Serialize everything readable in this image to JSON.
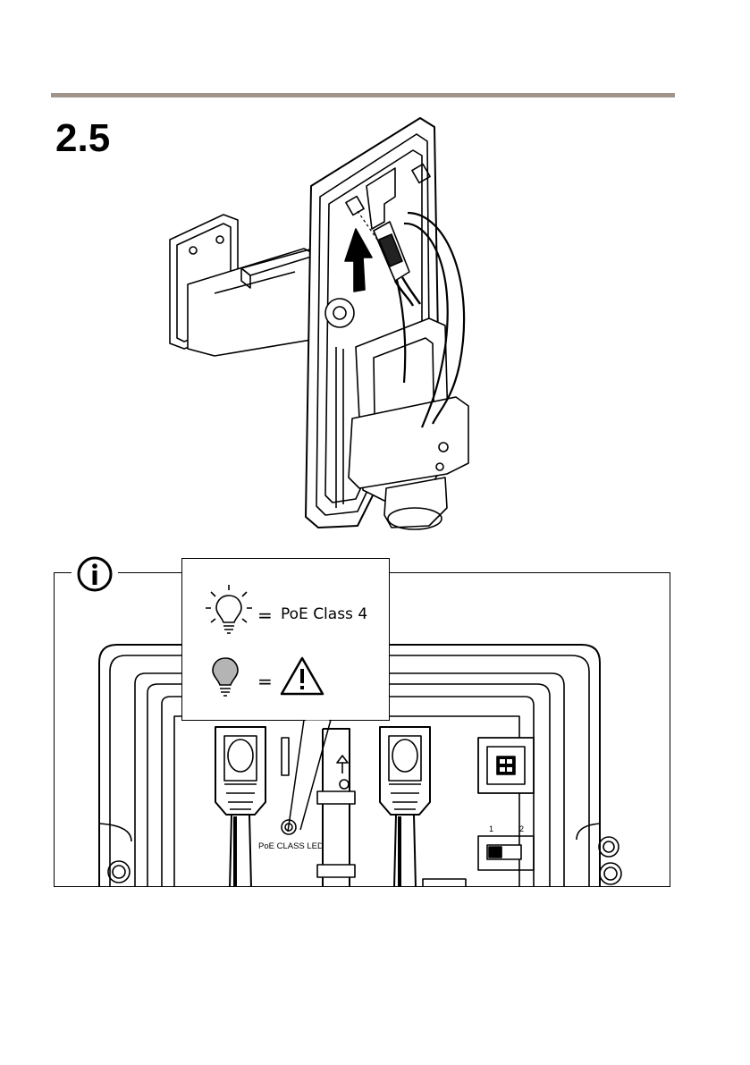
{
  "page": {
    "rule_color": "#a0948a"
  },
  "step": {
    "number": "2.5"
  },
  "note": {
    "icon": "info-icon",
    "callout": {
      "rows": [
        {
          "icon": "lit-bulb-icon",
          "equals": "=",
          "text": "PoE Class 4"
        },
        {
          "icon": "unlit-bulb-icon",
          "equals": "=",
          "result_icon": "warning-triangle-icon"
        }
      ]
    },
    "led_label": "PoE CLASS LED",
    "switch_labels": [
      "1",
      "2"
    ]
  }
}
